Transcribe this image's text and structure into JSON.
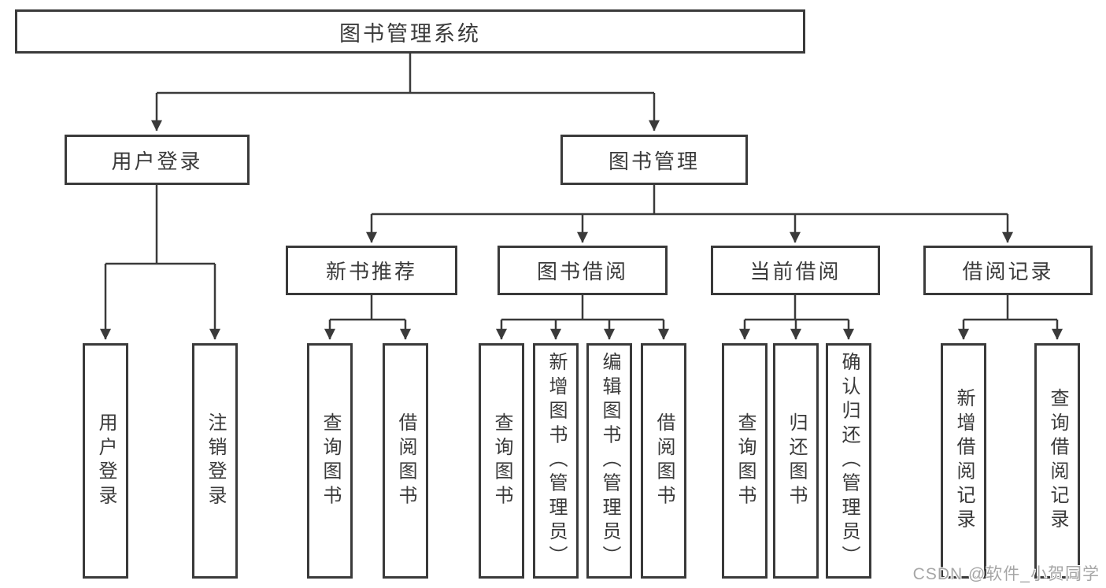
{
  "diagram": {
    "root": {
      "label": "图书管理系统"
    },
    "branches": [
      {
        "label": "用户登录",
        "children": [
          {
            "label": "用户登录"
          },
          {
            "label": "注销登录"
          }
        ]
      },
      {
        "label": "图书管理",
        "children": [
          {
            "label": "新书推荐",
            "children": [
              {
                "label": "查询图书"
              },
              {
                "label": "借阅图书"
              }
            ]
          },
          {
            "label": "图书借阅",
            "children": [
              {
                "label": "查询图书"
              },
              {
                "label": "新增图书（管理员）"
              },
              {
                "label": "编辑图书（管理员）"
              },
              {
                "label": "借阅图书"
              }
            ]
          },
          {
            "label": "当前借阅",
            "children": [
              {
                "label": "查询图书"
              },
              {
                "label": "归还图书"
              },
              {
                "label": "确认归还（管理员）"
              }
            ]
          },
          {
            "label": "借阅记录",
            "children": [
              {
                "label": "新增借阅记录"
              },
              {
                "label": "查询借阅记录"
              }
            ]
          }
        ]
      }
    ]
  },
  "colors": {
    "line": "#3a3a3a",
    "box_background": "#ffffff",
    "text": "#3a3a3a",
    "watermark": "#a6a6a6"
  },
  "watermark": {
    "text": "CSDN @软件_小贺同学"
  }
}
